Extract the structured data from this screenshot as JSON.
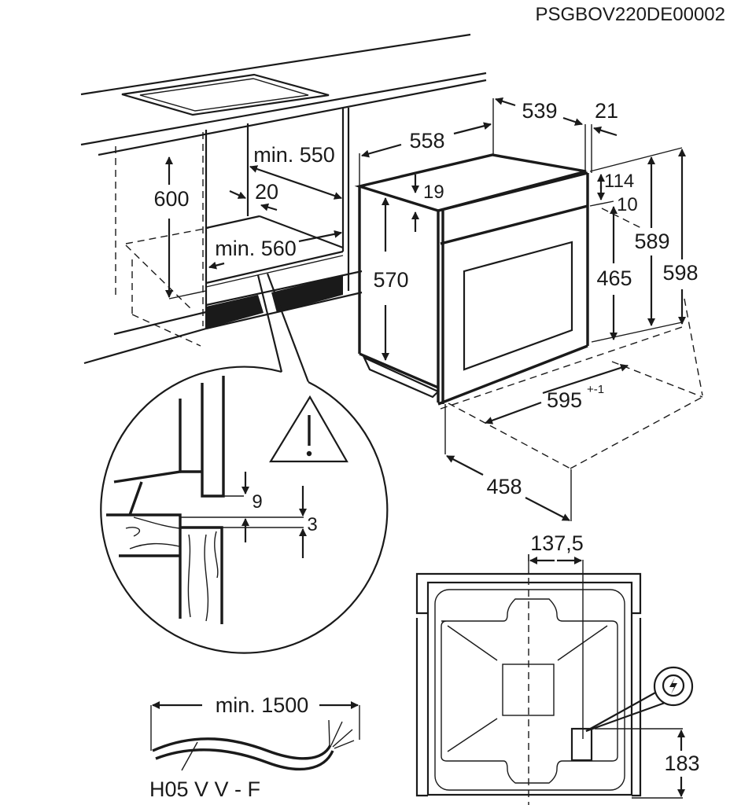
{
  "document_code": "PSGBOV220DE00002",
  "cabinet": {
    "height_label": "600",
    "depth_min_label": "min. 550",
    "gap_label": "20",
    "width_min_label": "min. 560"
  },
  "oven": {
    "depth_total_label": "558",
    "depth_body_label": "539",
    "front_thickness_label": "21",
    "top_offset_label": "19",
    "body_height_label": "570",
    "panel_height_label": "114",
    "panel_gap_label": "10",
    "door_height_label": "465",
    "front_height_label": "589",
    "total_height_label": "598",
    "width_label": "595",
    "width_tolerance_label": "+-1",
    "base_depth_label": "458"
  },
  "detail_callout": {
    "warning_icon": "warning-triangle-icon",
    "clearance_top_label": "9",
    "clearance_gap_label": "3"
  },
  "cable": {
    "length_label": "min. 1500",
    "type_label": "H05 V V - F"
  },
  "rear_view": {
    "offset_x_label": "137,5",
    "offset_y_label": "183",
    "connection_icon": "electric-bolt-icon"
  }
}
